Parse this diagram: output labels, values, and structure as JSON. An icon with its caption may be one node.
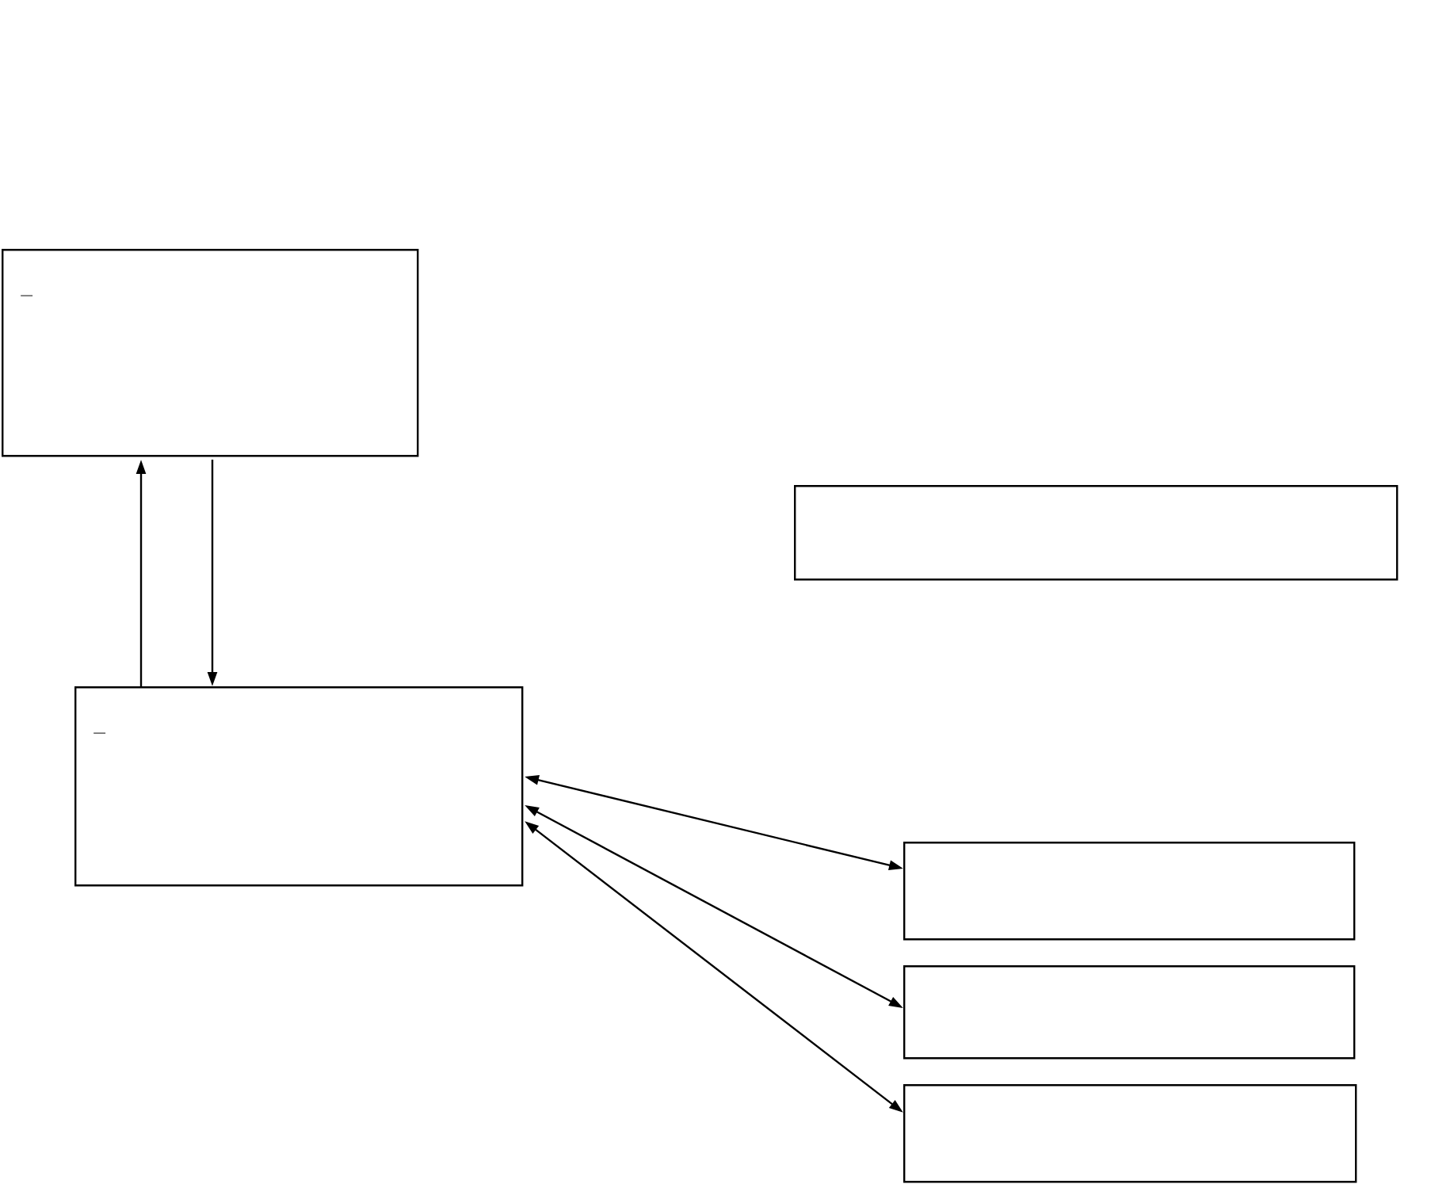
{
  "diagram": {
    "nodes": [
      {
        "text": [
          "_"
        ]
      },
      {
        "text": [
          "_"
        ]
      },
      {
        "text": [],
        "shape": "box"
      },
      {
        "text": [],
        "shape": "box"
      },
      {
        "text": [],
        "shape": "box"
      },
      {
        "text": [],
        "shape": "box"
      }
    ],
    "edges": [
      {
        "from": 1,
        "to": 0,
        "arrow": "to"
      },
      {
        "from": 0,
        "to": 1,
        "arrow": "to"
      },
      {
        "from": 1,
        "to": 3,
        "arrow": "both"
      },
      {
        "from": 1,
        "to": 4,
        "arrow": "both"
      },
      {
        "from": 1,
        "to": 5,
        "arrow": "both"
      }
    ]
  }
}
